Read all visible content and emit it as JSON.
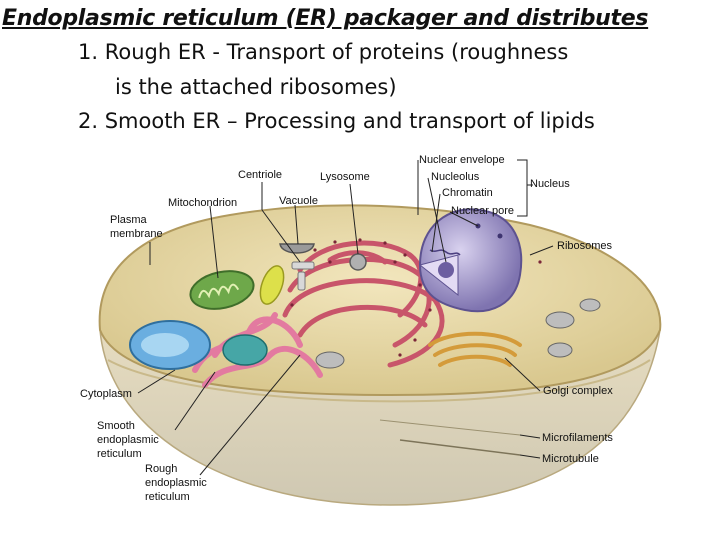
{
  "heading": {
    "title": "Endoplasmic reticulum (ER) packager and distributes",
    "point1_line1": "1. Rough ER - Transport of proteins (roughness",
    "point1_line2": "is the attached ribosomes)",
    "point2": "2. Smooth ER – Processing and transport of lipids"
  },
  "labels": {
    "centriole": "Centriole",
    "lysosome": "Lysosome",
    "nuclear_envelope": "Nuclear envelope",
    "nucleolus": "Nucleolus",
    "chromatin": "Chromatin",
    "nucleus": "Nucleus",
    "mitochondrion": "Mitochondrion",
    "vacuole": "Vacuole",
    "nuclear_pore": "Nuclear pore",
    "plasma_membrane_1": "Plasma",
    "plasma_membrane_2": "membrane",
    "ribosomes": "Ribosomes",
    "cytoplasm": "Cytoplasm",
    "golgi_complex": "Golgi complex",
    "smooth_er_1": "Smooth",
    "smooth_er_2": "endoplasmic",
    "smooth_er_3": "reticulum",
    "microfilaments": "Microfilaments",
    "microtubule": "Microtubule",
    "rough_er_1": "Rough",
    "rough_er_2": "endoplasmic",
    "rough_er_3": "reticulum"
  },
  "colors": {
    "cytoplasm": "#e9dcae",
    "cell_bottom": "#d9d2b8",
    "rough_er": "#c8556a",
    "smooth_er": "#e37aa0",
    "nucleus": "#a79cc9",
    "mitochondrion": "#6ea84a",
    "vacuole": "#6aaee0",
    "golgi": "#d49b3a",
    "lysosome": "#8a8a8a"
  }
}
